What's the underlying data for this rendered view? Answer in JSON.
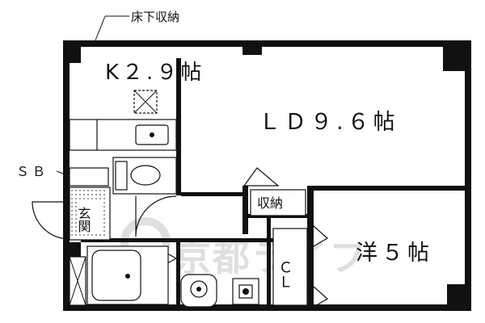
{
  "labels": {
    "underfloor_storage": "床下収納",
    "kitchen": "K２.９帖",
    "living_dining": "ＬＤ９.６帖",
    "western_room": "洋５帖",
    "storage": "収納",
    "closet": "ＣＬ",
    "shoe_box": "ＳＢ",
    "entrance": "玄関"
  },
  "watermark": {
    "logo_text": "京都ライフ"
  },
  "colors": {
    "line": "#111111",
    "watermark": "#dcdcdc",
    "tile_dot": "#555555"
  }
}
